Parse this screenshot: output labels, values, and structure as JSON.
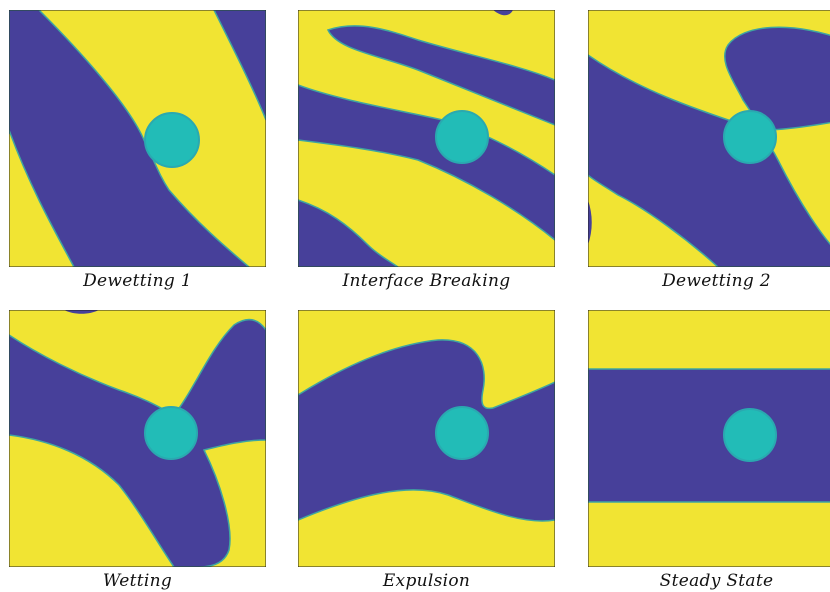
{
  "colors": {
    "yellow": "#f1e433",
    "blue": "#47409a",
    "particle": "#22bcb7",
    "particle_edge": "#2aa9b0",
    "interface": "#3fa6a0"
  },
  "panels": [
    {
      "caption": "Dewetting 1"
    },
    {
      "caption": "Interface Breaking"
    },
    {
      "caption": "Dewetting 2"
    },
    {
      "caption": "Wetting"
    },
    {
      "caption": "Expulsion"
    },
    {
      "caption": "Steady State"
    }
  ]
}
